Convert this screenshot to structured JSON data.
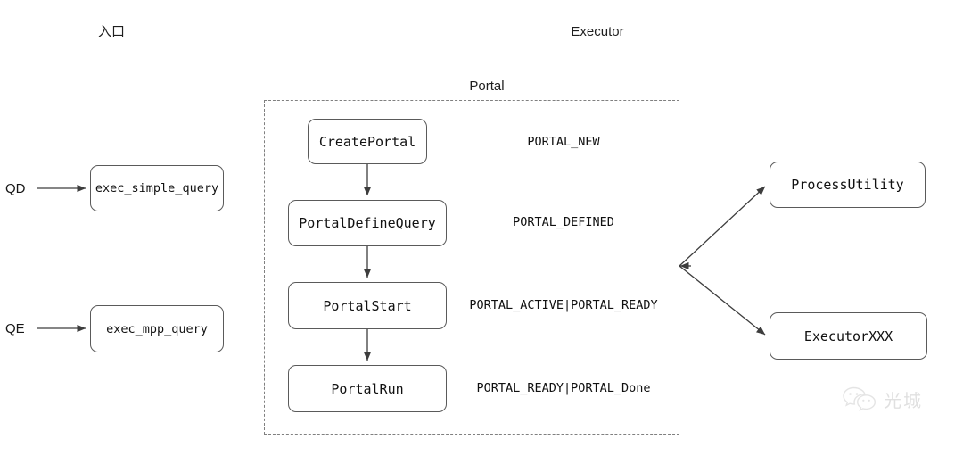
{
  "diagram": {
    "title_entry": "入口",
    "title_executor": "Executor",
    "title_portal": "Portal"
  },
  "entry": {
    "qd_label": "QD",
    "qe_label": "QE",
    "nodes": [
      {
        "id": "exec-simple-query",
        "label": "exec_simple_query"
      },
      {
        "id": "exec-mpp-query",
        "label": "exec_mpp_query"
      }
    ]
  },
  "portal": {
    "steps": [
      {
        "id": "create-portal",
        "label": "CreatePortal",
        "state": "PORTAL_NEW"
      },
      {
        "id": "portal-define-query",
        "label": "PortalDefineQuery",
        "state": "PORTAL_DEFINED"
      },
      {
        "id": "portal-start",
        "label": "PortalStart",
        "state": "PORTAL_ACTIVE|PORTAL_READY"
      },
      {
        "id": "portal-run",
        "label": "PortalRun",
        "state": "PORTAL_READY|PORTAL_Done"
      }
    ]
  },
  "dispatch": {
    "targets": [
      {
        "id": "process-utility",
        "label": "ProcessUtility"
      },
      {
        "id": "executor-xxx",
        "label": "ExecutorXXX"
      }
    ]
  },
  "watermark": {
    "icon": "wechat-icon",
    "text": "光城"
  },
  "colors": {
    "node_border": "#5a5a5a",
    "dashed_border": "#808080",
    "arrow": "#3d3d3d",
    "text": "#111111",
    "background": "#ffffff"
  }
}
